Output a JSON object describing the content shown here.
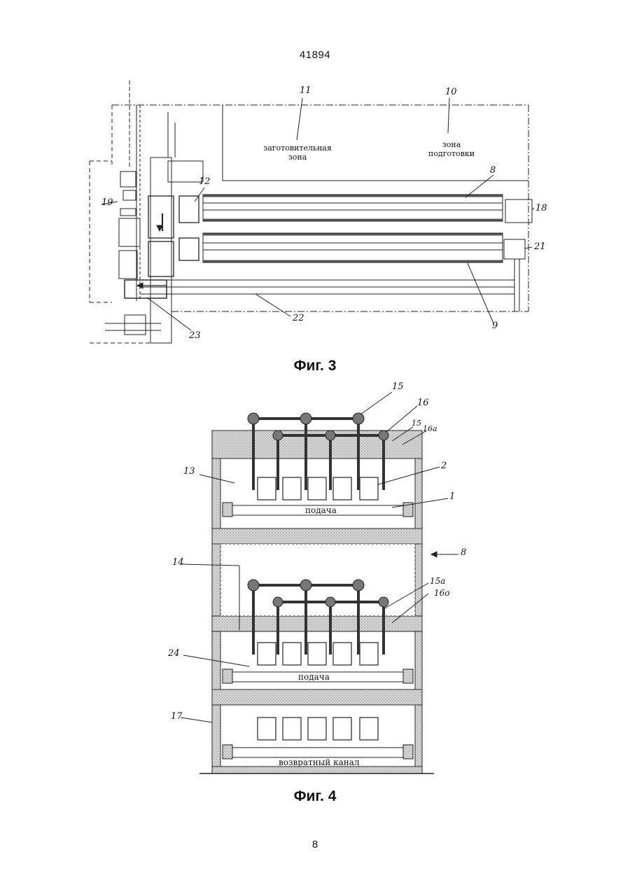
{
  "document_number": "41894",
  "page_number": "8",
  "fig3": {
    "caption": "Фиг. 3",
    "zone_11": "заготовительная зона",
    "zone_10": "зона подготовки",
    "refs": {
      "r11": "11",
      "r10": "10",
      "r8": "8",
      "r12": "12",
      "r18": "18",
      "r19": "19",
      "r21": "21",
      "r9": "9",
      "r22": "22",
      "r23": "23"
    }
  },
  "fig4": {
    "caption": "Фиг. 4",
    "feed_label_top": "подача",
    "feed_label_mid": "подача",
    "return_label": "возвратный канал",
    "refs": {
      "r15": "15",
      "r16": "16",
      "r15b": "15",
      "r16a": "16а",
      "r13": "13",
      "r2": "2",
      "r1": "1",
      "r8": "8",
      "r14": "14",
      "r15a": "15а",
      "r16o": "16о",
      "r24": "24",
      "r17": "17"
    }
  }
}
